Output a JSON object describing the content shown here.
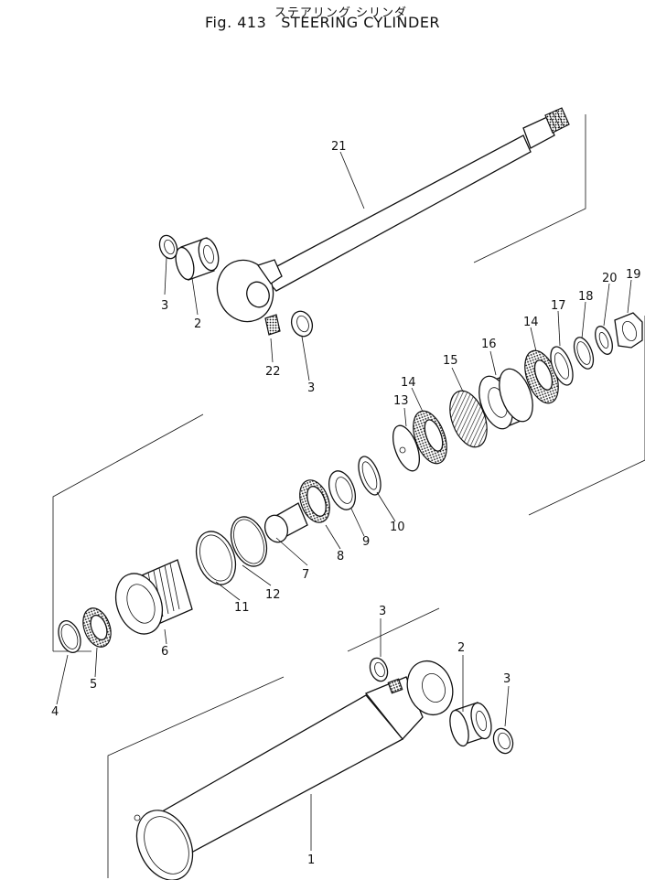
{
  "header": {
    "title_jp": "ステアリング シリンダ",
    "fig_number": "Fig. 413",
    "title_en": "STEERING CYLINDER"
  },
  "callouts": [
    {
      "id": "c1",
      "text": "1"
    },
    {
      "id": "c2a",
      "text": "2"
    },
    {
      "id": "c2b",
      "text": "2"
    },
    {
      "id": "c3a",
      "text": "3"
    },
    {
      "id": "c3b",
      "text": "3"
    },
    {
      "id": "c3c",
      "text": "3"
    },
    {
      "id": "c3d",
      "text": "3"
    },
    {
      "id": "c4",
      "text": "4"
    },
    {
      "id": "c5",
      "text": "5"
    },
    {
      "id": "c6",
      "text": "6"
    },
    {
      "id": "c7",
      "text": "7"
    },
    {
      "id": "c8",
      "text": "8"
    },
    {
      "id": "c9",
      "text": "9"
    },
    {
      "id": "c10",
      "text": "10"
    },
    {
      "id": "c11",
      "text": "11"
    },
    {
      "id": "c12",
      "text": "12"
    },
    {
      "id": "c13",
      "text": "13"
    },
    {
      "id": "c14a",
      "text": "14"
    },
    {
      "id": "c14b",
      "text": "14"
    },
    {
      "id": "c15",
      "text": "15"
    },
    {
      "id": "c16",
      "text": "16"
    },
    {
      "id": "c17",
      "text": "17"
    },
    {
      "id": "c18",
      "text": "18"
    },
    {
      "id": "c19",
      "text": "19"
    },
    {
      "id": "c20",
      "text": "20"
    },
    {
      "id": "c21",
      "text": "21"
    },
    {
      "id": "c22",
      "text": "22"
    }
  ]
}
